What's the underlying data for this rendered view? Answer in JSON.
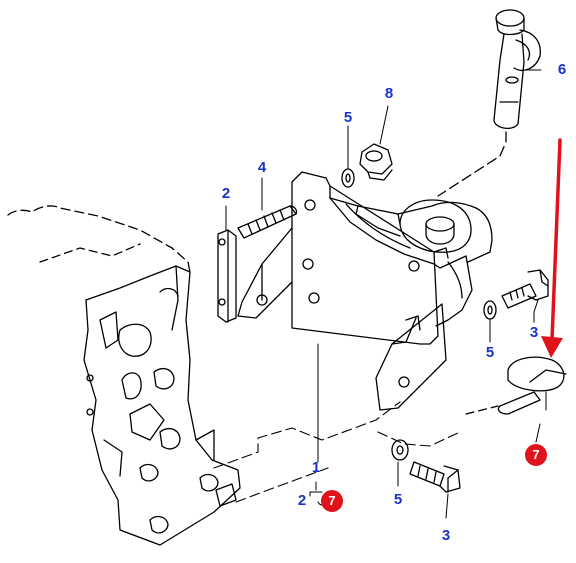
{
  "callouts": {
    "c1": "1",
    "c2_top": "2",
    "c2_bottom": "2",
    "c3_right": "3",
    "c3_bottom": "3",
    "c4": "4",
    "c5_top": "5",
    "c5_right": "5",
    "c5_bottom": "5",
    "c6": "6",
    "c8": "8"
  },
  "badges": {
    "b7_right": "7",
    "b7_bottom": "7"
  },
  "colors": {
    "callout_text": "#1a32c8",
    "badge_fill": "#e0121b",
    "arrow": "#e0121b",
    "line_art": "#000000"
  }
}
